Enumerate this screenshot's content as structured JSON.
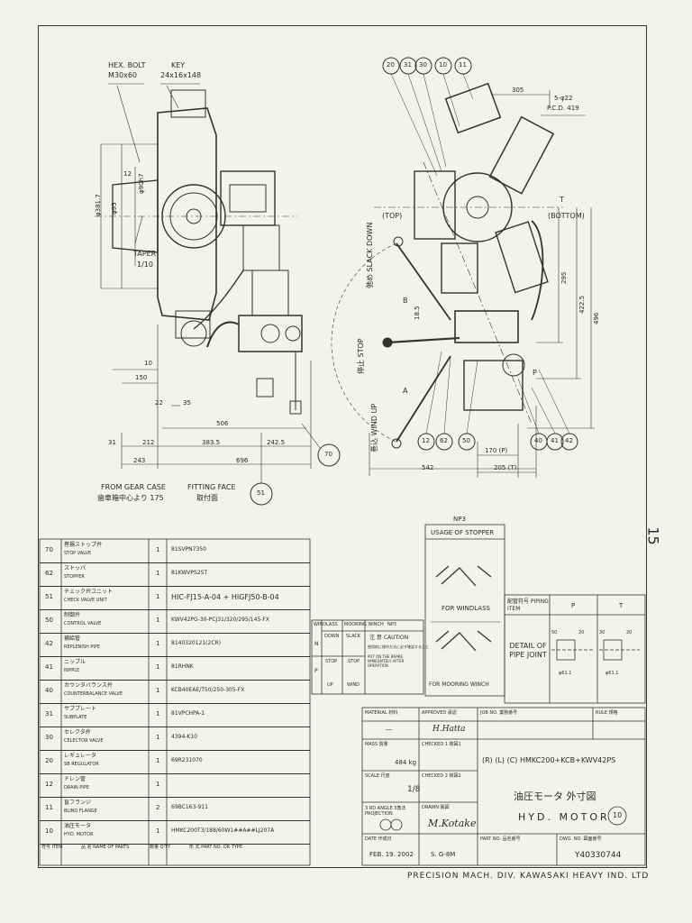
{
  "page_number": "15",
  "views": {
    "left": {
      "labels": {
        "hex_bolt": "HEX. BOLT",
        "hex_bolt_size": "M30x60",
        "key": "KEY",
        "key_size": "24x16x148",
        "taper": "TAPER",
        "taper_ratio": "1/10",
        "gear_case_note": "FROM GEAR CASE",
        "gear_case_note_jp": "歯車箱中心より 175",
        "fitting_face": "FITTING FACE",
        "fitting_face_jp": "取付面"
      },
      "dims": {
        "d_left": "φ381.7",
        "d_shaft": "φ95",
        "d_bolt": "φ90h7",
        "d12": "12",
        "d10": "10",
        "d150": "150",
        "d22": "22",
        "d35": "35",
        "d506": "506",
        "d31": "31",
        "d212": "212",
        "d383": "383.5",
        "d242": "242.5",
        "d243": "243",
        "d696": "696"
      },
      "balloons": [
        "70",
        "51"
      ]
    },
    "right": {
      "top_balloons": [
        "20",
        "31",
        "30",
        "10",
        "11"
      ],
      "bottom_balloons": [
        "12",
        "62",
        "50",
        "40",
        "41",
        "42"
      ],
      "labels": {
        "top": "(TOP)",
        "bottom": "(BOTTOM)",
        "slack_down": "弛め SLACK DOWN",
        "stop": "停止 STOP",
        "wind_up": "巻込 WIND UP",
        "a_label": "A",
        "b_label": "B",
        "p_label": "P",
        "t_label": "T"
      },
      "dims": {
        "d305": "305",
        "holes": "5-φ22",
        "pcd": "P.C.D. 419",
        "d295": "295",
        "d422": "422.5",
        "d496": "496",
        "d18": "18.5",
        "d170": "170 (P)",
        "d205": "205 (T)",
        "d542": "542"
      }
    }
  },
  "np3": {
    "label": "NP3",
    "usage_title": "USAGE OF STOPPER",
    "for_windlass": "FOR WINDLASS",
    "for_mooring": "FOR MOORING WINCH"
  },
  "op_table": {
    "headers": [
      "WINDLASS",
      "MOORING WINCH",
      "NP3"
    ],
    "rows": [
      "N",
      "P"
    ],
    "cells": [
      "DOWN",
      "SLACK",
      "STOP",
      "STOP",
      "UP",
      "WIND"
    ],
    "caution_jp": "注 意 CAUTION",
    "caution_jp_line": "使用前に操作方法に必ず確認すること",
    "caution_en": "PUT ON THE BRAKE IMMEDIATELY AFTER OPERATION"
  },
  "piping": {
    "header": "配管符号 PIPING ITEM",
    "col_p": "P",
    "col_t": "T",
    "detail_label": "DETAIL OF PIPE JOINT",
    "p_dims": [
      "50",
      "20",
      "φ61.1"
    ],
    "t_dims": [
      "30",
      "20",
      "φ61.1"
    ]
  },
  "parts_list": {
    "columns": [
      "符号 ITEM",
      "品 名 NAME OF PARTS",
      "数量 Q'TY",
      "形 式 PART NO. OR TYPE"
    ],
    "rows": [
      {
        "item": "70",
        "name_jp": "巻揚ストップ弁",
        "name_en": "STOP VALVE",
        "qty": "1",
        "type": "81SVPN7350"
      },
      {
        "item": "62",
        "name_jp": "ストッパ",
        "name_en": "STOPPER",
        "qty": "1",
        "type": "81KWVPS2ST"
      },
      {
        "item": "51",
        "name_jp": "チェック弁ユニット",
        "name_en": "CHECK VALVE UNIT",
        "qty": "1",
        "type": "HIC-FJ15-A-04 + HIGFJ50-B-04"
      },
      {
        "item": "50",
        "name_jp": "制御弁",
        "name_en": "CONTROL VALVE",
        "qty": "1",
        "type": "KWV42PG-30-PCJ31/320/295/145-FX"
      },
      {
        "item": "42",
        "name_jp": "補給管",
        "name_en": "REPLENISH PIPE",
        "qty": "1",
        "type": "8140320121(2CR)"
      },
      {
        "item": "41",
        "name_jp": "ニップル",
        "name_en": "NIPPLE",
        "qty": "1",
        "type": "81RHNK"
      },
      {
        "item": "40",
        "name_jp": "カウンタバランス弁",
        "name_en": "COUNTERBALANCE VALVE",
        "qty": "1",
        "type": "KCB40EAE/T50/250-305-FX"
      },
      {
        "item": "31",
        "name_jp": "サブプレート",
        "name_en": "SUBPLATE",
        "qty": "1",
        "type": "81VPCHPA-1"
      },
      {
        "item": "30",
        "name_jp": "セレクタ弁",
        "name_en": "CELECTOR VALVE",
        "qty": "1",
        "type": "4394-K10"
      },
      {
        "item": "20",
        "name_jp": "レギュレータ",
        "name_en": "SB REGULATOR",
        "qty": "1",
        "type": "69R231070"
      },
      {
        "item": "12",
        "name_jp": "ドレン管",
        "name_en": "DRAIN PIPE",
        "qty": "1",
        "type": ""
      },
      {
        "item": "11",
        "name_jp": "盲フランジ",
        "name_en": "BLIND FLANGE",
        "qty": "2",
        "type": "69BC163-911"
      },
      {
        "item": "10",
        "name_jp": "油圧モータ",
        "name_en": "HYD. MOTOR",
        "qty": "1",
        "type": "HMKC200T3/188/60W1##A##LJ207A"
      }
    ]
  },
  "title_block": {
    "material_label": "MATERIAL 材料",
    "material": "—",
    "approved_label": "APPROVED 承認",
    "approved_sig": "H.Hatta",
    "job_label": "JOB NO. 業務番号",
    "rule_label": "RULE 規格",
    "mass_label": "MASS 質量",
    "mass": "484 kg",
    "checked1_label": "CHECKED 1 検図1",
    "scale_label": "SCALE 尺度",
    "scale": "1/8",
    "checked2_label": "CHECKED 2 検図2",
    "projection_label": "3 RD ANGLE 3角法 PROJECTION",
    "drawn_label": "DRAWN 製図",
    "drawn_sig": "M.Kotake",
    "title_model": "(R) (L) (C) HMKC200+KCB+KWV42PS",
    "title_jp": "油圧モータ 外寸図",
    "title_en": "HYD. MOTOR",
    "rev": "10",
    "date_label": "DATE 作成日",
    "date": "FEB. 19. 2002",
    "sg": "S. G-8M",
    "part_label": "PART NO. 品名番号",
    "dwg_label": "DWG. NO. 図面番号",
    "dwg": "Y40330744"
  },
  "footer": "PRECISION MACH. DIV. KAWASAKI HEAVY IND. LTD"
}
